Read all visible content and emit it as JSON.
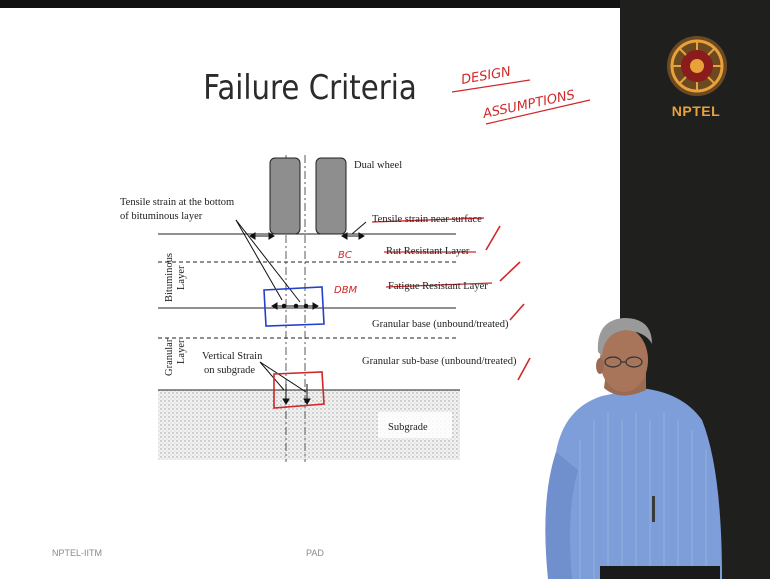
{
  "slide": {
    "title": "Failure Criteria",
    "footer_left": "NPTEL-IITM",
    "footer_center": "PAD"
  },
  "annotations": {
    "design": "DESIGN",
    "assumptions": "ASSUMPTIONS",
    "bc": "BC",
    "dbm": "DBM"
  },
  "diagram": {
    "dual_wheel": "Dual wheel",
    "tensile_bottom_line1": "Tensile strain at the bottom",
    "tensile_bottom_line2": "of bituminous layer",
    "tensile_surface": "Tensile strain near surface",
    "rut_resistant": "Rut Resistant Layer",
    "fatigue_resistant": "Fatigue Resistant Layer",
    "granular_base": "Granular base (unbound/treated)",
    "granular_subbase": "Granular sub-base (unbound/treated)",
    "vertical_strain_line1": "Vertical Strain",
    "vertical_strain_line2": "on subgrade",
    "subgrade": "Subgrade",
    "bituminous_layer_line1": "Bituminous",
    "bituminous_layer_line2": "Layer",
    "granular_layer_line1": "Granular",
    "granular_layer_line2": "Layer"
  },
  "branding": {
    "logo_text": "NPTEL",
    "logo_color": "#e9a13a",
    "sidebar_color": "#1f201e"
  },
  "colors": {
    "ink_red": "#d02828",
    "ink_blue": "#2340c8"
  }
}
